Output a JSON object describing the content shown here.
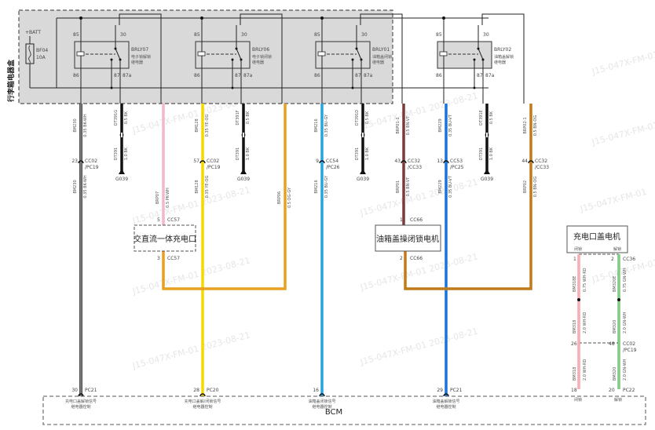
{
  "watermark": "J15-047X-FM-01 2023-08-21",
  "watermark_short": "J15-047X-FM-01",
  "relay_box": {
    "label": "行李箱电器盒",
    "fuse": {
      "supply": "+BATT",
      "name": "BF04",
      "rating": "10A"
    }
  },
  "relays": [
    {
      "id": "BRLY07",
      "desc1": "电子锁解锁",
      "desc2": "继电器",
      "pins": {
        "p85": "85",
        "p86": "86",
        "p30": "30",
        "p87": "87",
        "p87a": "87a"
      }
    },
    {
      "id": "BRLY06",
      "desc1": "电子锁闭锁",
      "desc2": "继电器",
      "pins": {
        "p85": "85",
        "p86": "86",
        "p30": "30",
        "p87": "87",
        "p87a": "87a"
      }
    },
    {
      "id": "BRLY01",
      "desc1": "油箱盖闭锁",
      "desc2": "继电器",
      "pins": {
        "p85": "85",
        "p86": "86",
        "p30": "30",
        "p87": "87",
        "p87a": "87a"
      }
    },
    {
      "id": "BRLY02",
      "desc1": "油箱盖解锁",
      "desc2": "继电器",
      "pins": {
        "p85": "85",
        "p86": "86",
        "p30": "30",
        "p87": "87",
        "p87a": "87a"
      }
    }
  ],
  "wires": [
    {
      "upper_id": "BM230",
      "upper_spec": "0.35 BK-WH",
      "conn_pin": "23",
      "conn": "CC02",
      "conn2": "/PC19",
      "lower_id": "BM230",
      "lower_spec": "0.35 BK-WH",
      "bcm_pin": "30",
      "bcm_conn": "PC21",
      "bcm_desc1": "充电口盖解锁信号",
      "bcm_desc2": "继电器控制",
      "color": "#111111"
    },
    {
      "upper_id": "DT391G",
      "upper_spec": "0.5 BK",
      "lower_id": "DT391",
      "lower_spec": "1.0 BK",
      "ground": "G039",
      "color": "#111111"
    },
    {
      "upper_id": "BRP07",
      "upper_spec": "0.5 PK-WH",
      "color": "#f4b6cf"
    },
    {
      "upper_id": "BM128",
      "upper_spec": "0.35 YE-OG",
      "conn_pin": "57",
      "conn": "CC02",
      "conn2": "/PC19",
      "lower_id": "BM128",
      "lower_spec": "0.35 YE-OG",
      "bcm_pin": "28",
      "bcm_conn": "PC20",
      "bcm_desc1": "充电口盖解/闭锁信号",
      "bcm_desc2": "继电器控制",
      "color": "#f5d800"
    },
    {
      "upper_id": "DT391F",
      "upper_spec": "0.5 BK",
      "lower_id": "DT391",
      "lower_spec": "1.0 BK",
      "ground": "G039",
      "color": "#111111"
    },
    {
      "upper_id": "BRP06",
      "upper_spec": "0.5 OG-GY",
      "color": "#e8a020"
    },
    {
      "upper_id": "BM216",
      "upper_spec": "0.35 BU-GY",
      "conn_pin": "9",
      "conn": "CC54",
      "conn2": "/PC26",
      "lower_id": "BM216",
      "lower_spec": "0.35 BU-GY",
      "bcm_pin": "16",
      "bcm_desc1": "油箱盖闭锁信号",
      "bcm_desc2": "继电器控制",
      "color": "#29a3e0"
    },
    {
      "upper_id": "DT391D",
      "upper_spec": "0.5 BK",
      "lower_id": "DT391",
      "lower_spec": "1.0 BK",
      "ground": "G039",
      "color": "#111111"
    },
    {
      "upper_id": "BRP01-1",
      "upper_spec": "0.5 BN-VT",
      "conn_pin": "43",
      "conn": "CC32",
      "conn2": "/CC33",
      "lower_id": "BRP01",
      "lower_spec": "0.5 BN-VT",
      "color": "#7a3b3b"
    },
    {
      "upper_id": "BM229",
      "upper_spec": "0.35 BU-VT",
      "conn_pin": "13",
      "conn": "CC53",
      "conn2": "/PC25",
      "lower_id": "BM229",
      "lower_spec": "0.35 BU-VT",
      "bcm_pin": "29",
      "bcm_conn": "PC21",
      "bcm_desc1": "油箱盖解锁信号",
      "bcm_desc2": "继电器控制",
      "color": "#1a73d9"
    },
    {
      "upper_id": "DT391E",
      "upper_spec": "0.5 BK",
      "lower_id": "DT391",
      "lower_spec": "1.0 BK",
      "ground": "G039",
      "color": "#111111"
    },
    {
      "upper_id": "BRP02-1",
      "upper_spec": "0.5 BN-OG",
      "conn_pin": "44",
      "conn": "CC32",
      "conn2": "/CC33",
      "lower_id": "BRP02",
      "lower_spec": "0.5 BN-OG",
      "color": "#c07a1a"
    }
  ],
  "components": {
    "charge_port": {
      "name": "交直流一体充电口",
      "pin_top": "5",
      "pin_bottom": "3",
      "conn": "CC57"
    },
    "fuel_motor": {
      "name": "油箱盖操闭锁电机",
      "pin_top": "1",
      "pin_bottom": "2",
      "conn": "CC66"
    },
    "charge_cover_motor": {
      "name": "充电口盖电机",
      "left_label": "闭锁",
      "right_label": "解锁",
      "pin_left": "1",
      "pin_right": "2",
      "conn": "CC36",
      "wires": [
        {
          "id": "BM318E",
          "spec": "0.75 WH-RD"
        },
        {
          "id": "BM320E",
          "spec": "0.75 GN-WH"
        },
        {
          "id": "BM318",
          "spec": "2.0 WH-RD"
        },
        {
          "id": "BM320",
          "spec": "2.0 GN-WH"
        },
        {
          "id": "BM318",
          "spec": "2.0 WH-RD"
        },
        {
          "id": "BM320",
          "spec": "2.0 GN-WH"
        }
      ],
      "mid_pin_left": "26",
      "mid_pin_right": "48",
      "mid_conn": "CC02",
      "mid_conn2": "/PC19",
      "bcm_pin_left": "18",
      "bcm_pin_right": "20",
      "bcm_conn": "PC22",
      "bcm_left_label": "闭锁",
      "bcm_right_label": "解锁",
      "colors": {
        "left": "#f07a80",
        "right": "#2eaa3a"
      }
    }
  },
  "bcm": {
    "label": "BCM"
  }
}
